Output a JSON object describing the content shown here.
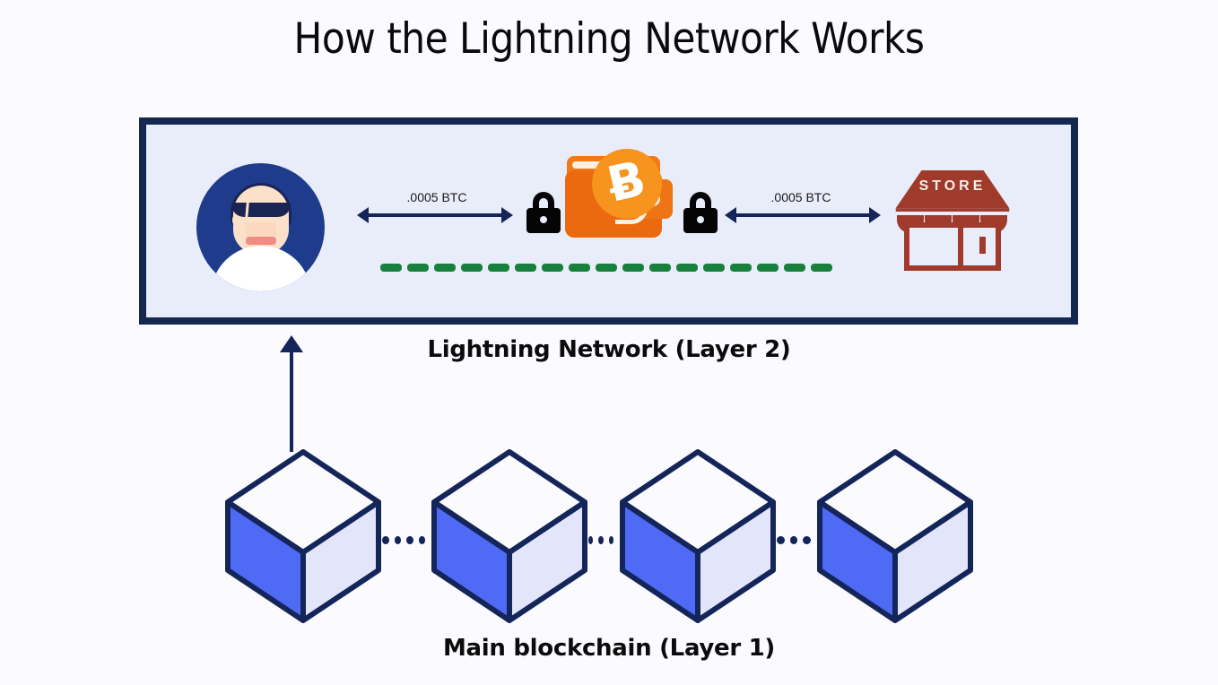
{
  "page": {
    "title": "How the Lightning Network Works",
    "background_color": "#FAFAFF"
  },
  "layer2": {
    "label": "Lightning Network (Layer 2)",
    "panel_border_color": "#152850",
    "panel_fill_color": "#E9EDFA",
    "actors": {
      "user": {
        "name": "user-avatar",
        "circle_color": "#1F3C8C"
      },
      "wallet": {
        "name": "bitcoin-wallet",
        "wallet_color": "#EB6A10",
        "coin_color": "#F7941E",
        "coin_symbol": "Ƀ"
      },
      "store": {
        "name": "store-front",
        "sign_text": "STORE",
        "color": "#A03A2B"
      }
    },
    "locks": [
      {
        "name": "lock-left",
        "state": "locked"
      },
      {
        "name": "lock-right",
        "state": "locked"
      }
    ],
    "transfers": [
      {
        "name": "user-to-wallet",
        "amount": ".0005 BTC",
        "direction": "bidirectional"
      },
      {
        "name": "wallet-to-store",
        "amount": ".0005 BTC",
        "direction": "bidirectional"
      }
    ],
    "payment_channel": {
      "name": "payment-channel",
      "style": "dashed",
      "color": "#17803C",
      "dash_count": 17
    }
  },
  "uplink": {
    "name": "settlement-arrow",
    "direction": "up",
    "color": "#14255A"
  },
  "layer1": {
    "label": "Main blockchain (Layer 1)",
    "blocks": [
      {
        "name": "block-1"
      },
      {
        "name": "block-2"
      },
      {
        "name": "block-3"
      },
      {
        "name": "block-4"
      }
    ],
    "block_colors": {
      "top_face": "#FBFBFE",
      "left_face": "#4F6BF5",
      "right_face": "#E3E6FA",
      "outline": "#14255A"
    },
    "connector_style": "dotted",
    "connector_color": "#14255A"
  }
}
